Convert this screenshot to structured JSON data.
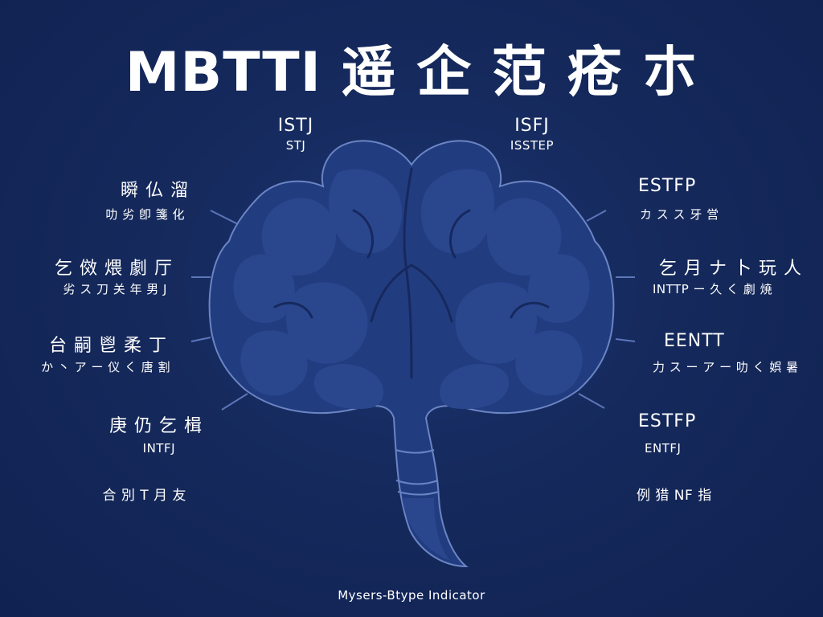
{
  "title": "MBTTI 遥 企 范 疮 朩",
  "top_left": {
    "main": "ISTJ",
    "sub": "STJ"
  },
  "top_right": {
    "main": "ISFJ",
    "sub": "ISSTEP"
  },
  "left_items": [
    {
      "main": "瞬 仏 溜",
      "sub": "叻 劣 卽 箋 化"
    },
    {
      "main": "乞 傚 煨 劇 厅",
      "sub": "劣 ス 刀 关 年 男 J"
    },
    {
      "main": "台 嗣 鬯 柔 丁",
      "sub": "か 丶 ア ー 仪 く 唐 割"
    },
    {
      "main": "庚 仍 乞 楫",
      "sub": "INTFJ"
    },
    {
      "main": "合 別 T 月 友",
      "sub": ""
    }
  ],
  "right_items": [
    {
      "main": "ESTFP",
      "sub": "カ ス ス 牙 営"
    },
    {
      "main": "乞 月 ナ 卜 玩 人",
      "sub": "INTTP ー 久 く 劇 焼"
    },
    {
      "main": "EENTT",
      "sub": "力 ス ー ア ー 叻 く 娯 暑"
    },
    {
      "main": "ESTFP",
      "sub": "ENTFJ"
    },
    {
      "main": "例 猎 NF 指",
      "sub": ""
    }
  ],
  "footer": "Mysers-Btype Indicator",
  "colors": {
    "background": "#13285a",
    "brain_fill": "#223c80",
    "brain_lobe": "#2a478e",
    "brain_outline": "#5c76b8",
    "text": "#ffffff"
  }
}
